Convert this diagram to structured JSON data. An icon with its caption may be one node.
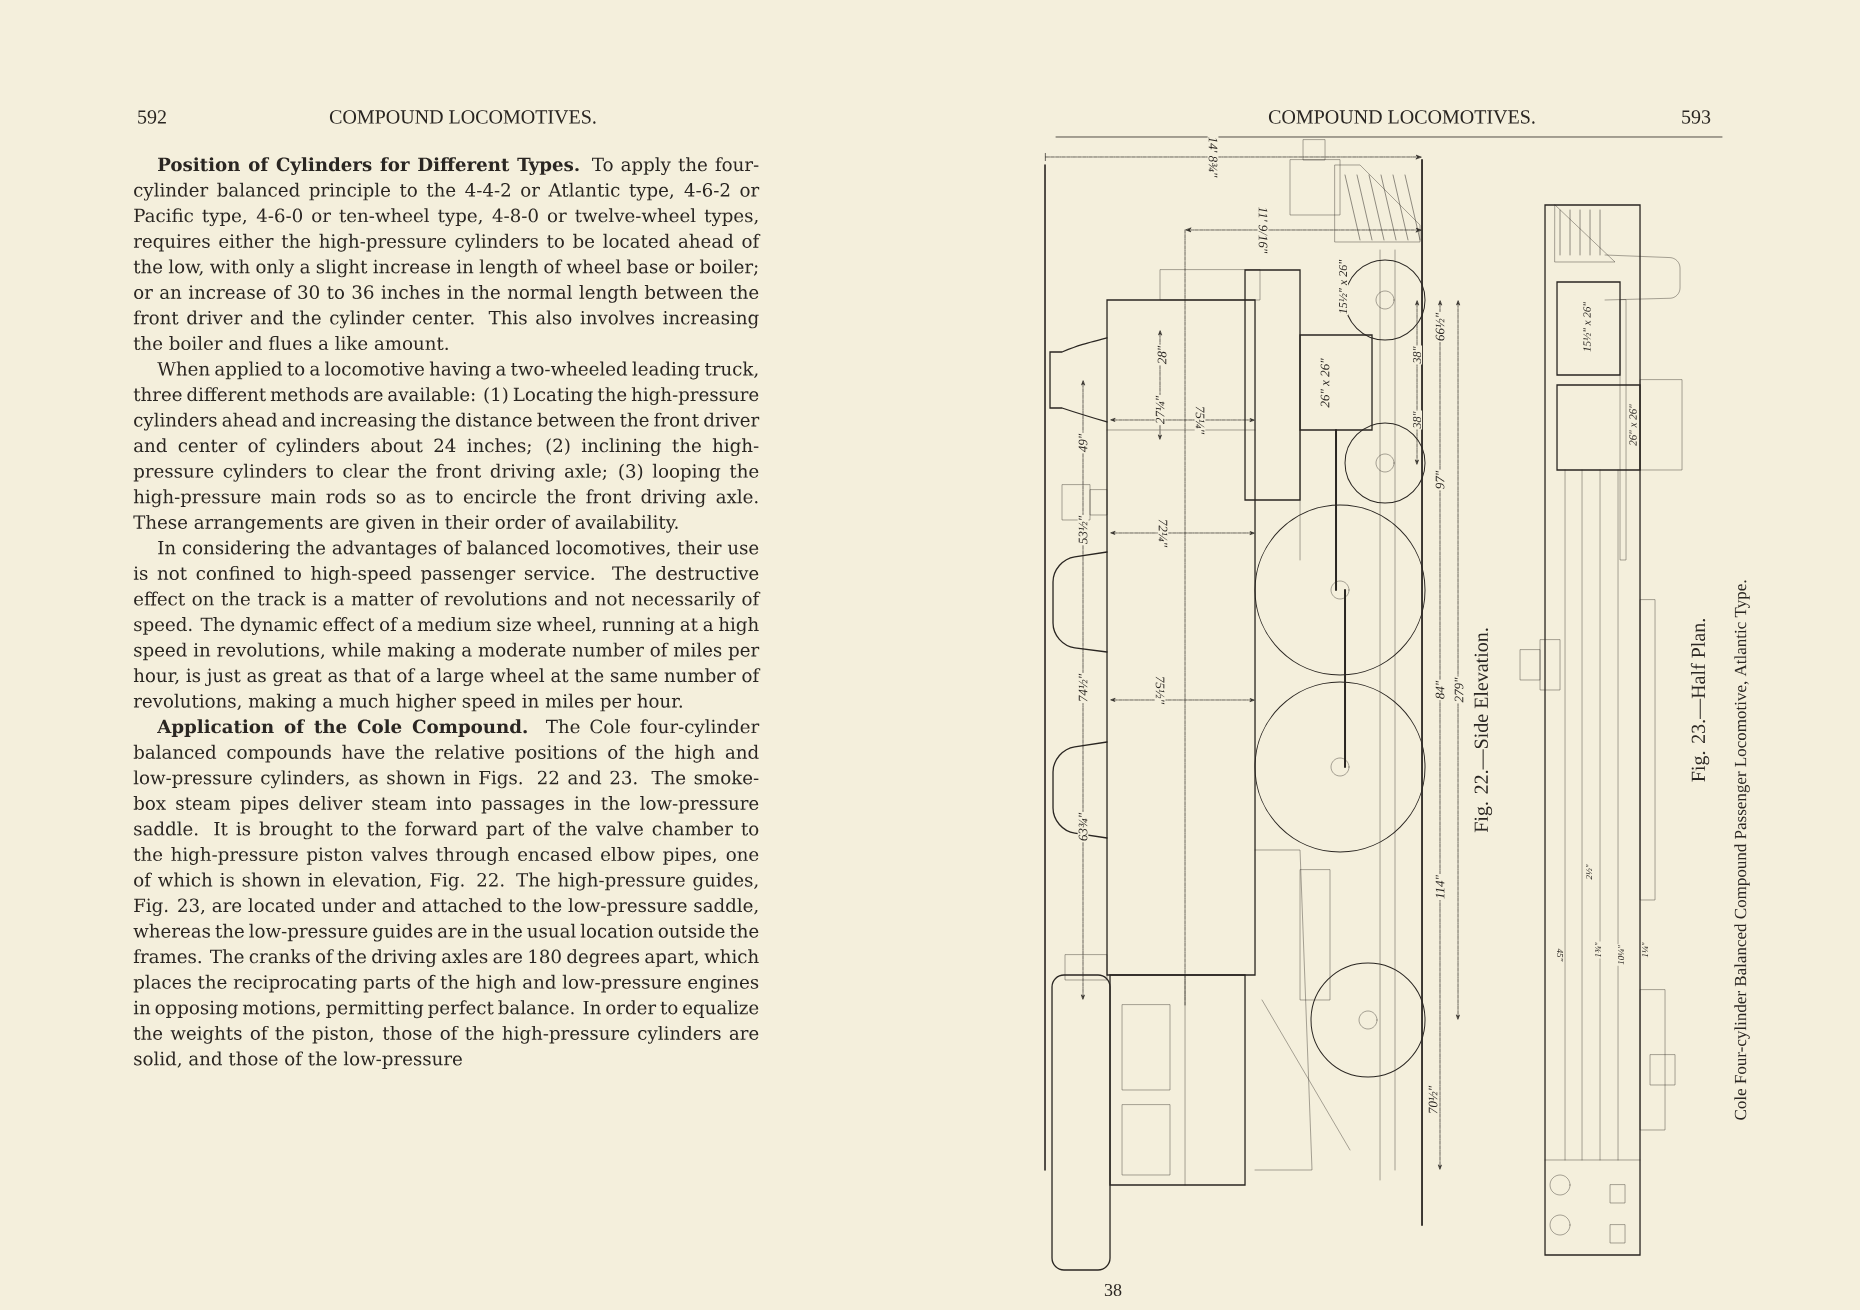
{
  "diagram": {
    "labels": [
      "592",
      "COMPOUND LOCOMOTIVES.",
      "**Position of Cylinders for Different Types.** To apply the four-cylinder balanced principle to the 4-4-2 or Atlantic type, 4-6-2 or Pacific type, 4-6-0 or ten-wheel type, 4-8-0 or twelve-wheel types, requires either the high-pressure cylinders to be located ahead of the low, with only a slight increase in length of wheel base or boiler; or an increase of 30 to 36 inches in the normal length between the front driver and the cylinder center. This also involves increasing the boiler and flues a like amount.",
      "When applied to a locomotive having a two-wheeled leading truck, three different methods are available: (1) Locating the high-pressure cylinders ahead and increasing the distance between the front driver and center of cylinders about 24 inches; (2) inclining the high-pressure cylinders to clear the front driving axle; (3) looping the high-pressure main rods so as to encircle the front driving axle. These arrangements are given in their order of availability.",
      "In considering the advantages of balanced locomotives, their use is not confined to high-speed passenger service. The destructive effect on the track is a matter of revolutions and not necessarily of speed. The dynamic effect of a medium size wheel, running at a high speed in revolutions, while making a moderate number of miles per hour, is just as great as that of a large wheel at the same number of revolutions, making a much higher speed in miles per hour.",
      "**Application of the Cole Compound.** The Cole four-cylinder balanced compounds have the relative positions of the high and low-pressure cylinders, as shown in Figs. 22 and 23. The smoke-box steam pipes deliver steam into passages in the low-pressure saddle. It is brought to the forward part of the valve chamber to the high-pressure piston valves through encased elbow pipes, one of which is shown in elevation, Fig. 22. The high-pressure guides, Fig. 23, are located under and attached to the low-pressure saddle, whereas the low-pressure guides are in the usual location outside the frames. The cranks of the driving axles are 180 degrees apart, which places the reciprocating parts of the high and low-pressure engines in opposing motions, permitting perfect balance. In order to equalize the weights of the piston, those of the high-pressure cylinders are solid, and those of the low-pressure",
      "COMPOUND LOCOMOTIVES.",
      "593",
      "14' 8¾\"",
      "11' 9/16\"",
      "15½\" x 26\"",
      "66½\"",
      "28\"",
      "38\"",
      "26\" x 26\"",
      "27¼\"",
      "75¼\"",
      "38\"",
      "49\"",
      "97\"",
      "53½\"",
      "72¼\"",
      "74½\"",
      "75½\"",
      "84\"",
      "279\"",
      "63¾\"",
      "114\"",
      "70½\"",
      "15½\" x 26\"",
      "26\" x 26\"",
      "2½\"",
      "45\"",
      "1¾\"",
      "10¼\"",
      "1¼\"",
      "Fig. 22.—Side Elevation.",
      "Fig. 23.—Half Plan.",
      "Cole Four-cylinder Balanced Compound Passenger Locomotive, Atlantic Type.",
      "38"
    ]
  }
}
